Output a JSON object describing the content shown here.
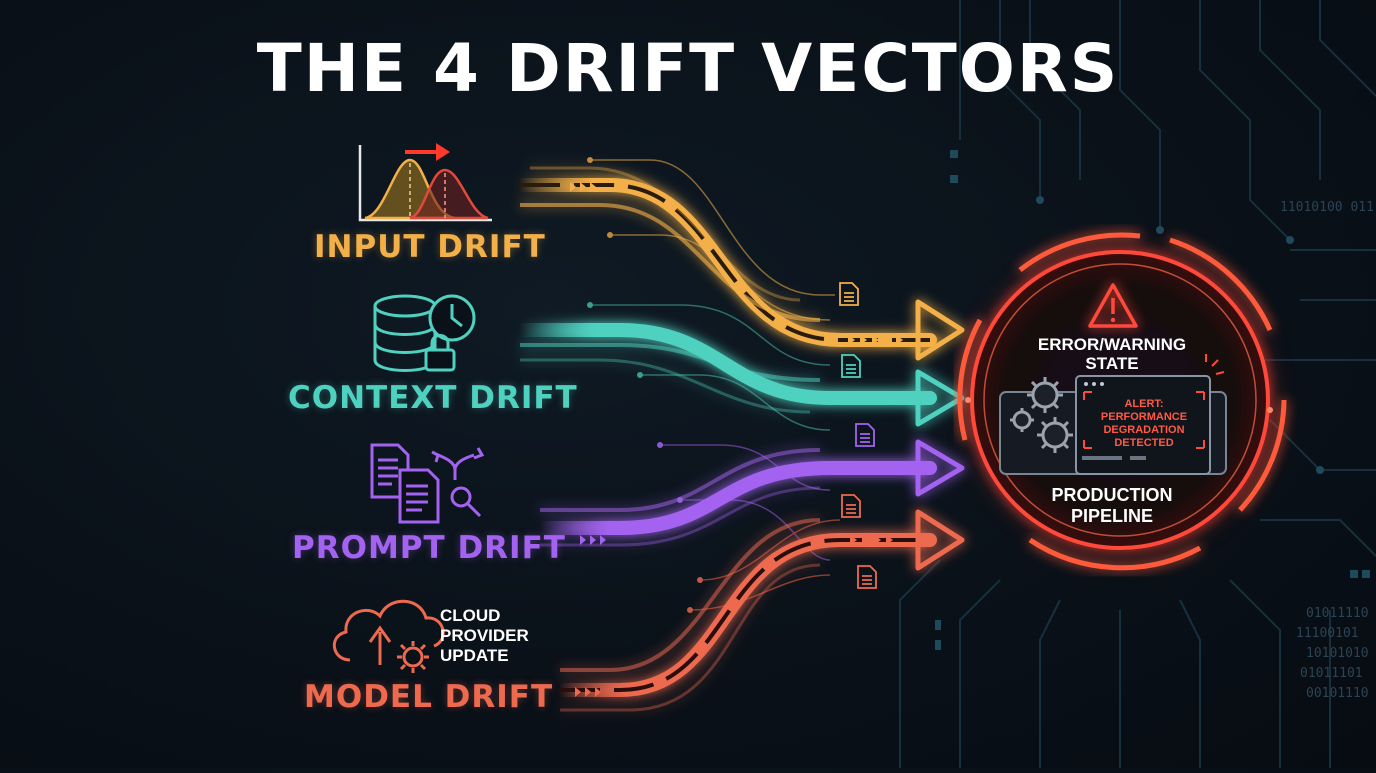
{
  "title": "THE 4 DRIFT VECTORS",
  "vectors": [
    {
      "id": "input",
      "label": "INPUT DRIFT",
      "color": "#f3b049",
      "icon": "distribution-shift-icon"
    },
    {
      "id": "context",
      "label": "CONTEXT DRIFT",
      "color": "#4fd1c0",
      "icon": "database-clock-lock-icon"
    },
    {
      "id": "prompt",
      "label": "PROMPT DRIFT",
      "color": "#a363f0",
      "icon": "documents-branch-search-icon"
    },
    {
      "id": "model",
      "label": "MODEL DRIFT",
      "color": "#ee6a4f",
      "icon": "cloud-upload-gear-icon"
    }
  ],
  "cloud_note": {
    "line1": "CLOUD",
    "line2": "PROVIDER",
    "line3": "UPDATE"
  },
  "hub": {
    "state_line1": "ERROR/WARNING",
    "state_line2": "STATE",
    "alert_line1": "ALERT:",
    "alert_line2": "PERFORMANCE",
    "alert_line3": "DEGRADATION",
    "alert_line4": "DETECTED",
    "pipeline_line1": "PRODUCTION",
    "pipeline_line2": "PIPELINE",
    "ring_color": "#ff4a3a",
    "icons": [
      "warning-triangle-icon",
      "gears-icon",
      "dashboard-window-icon"
    ]
  },
  "background": {
    "binary_1": "11010100 011",
    "binary_2": "01011110",
    "binary_3": "11100101",
    "binary_4": "10101010",
    "binary_5": "01011101",
    "binary_6": "00101110"
  }
}
